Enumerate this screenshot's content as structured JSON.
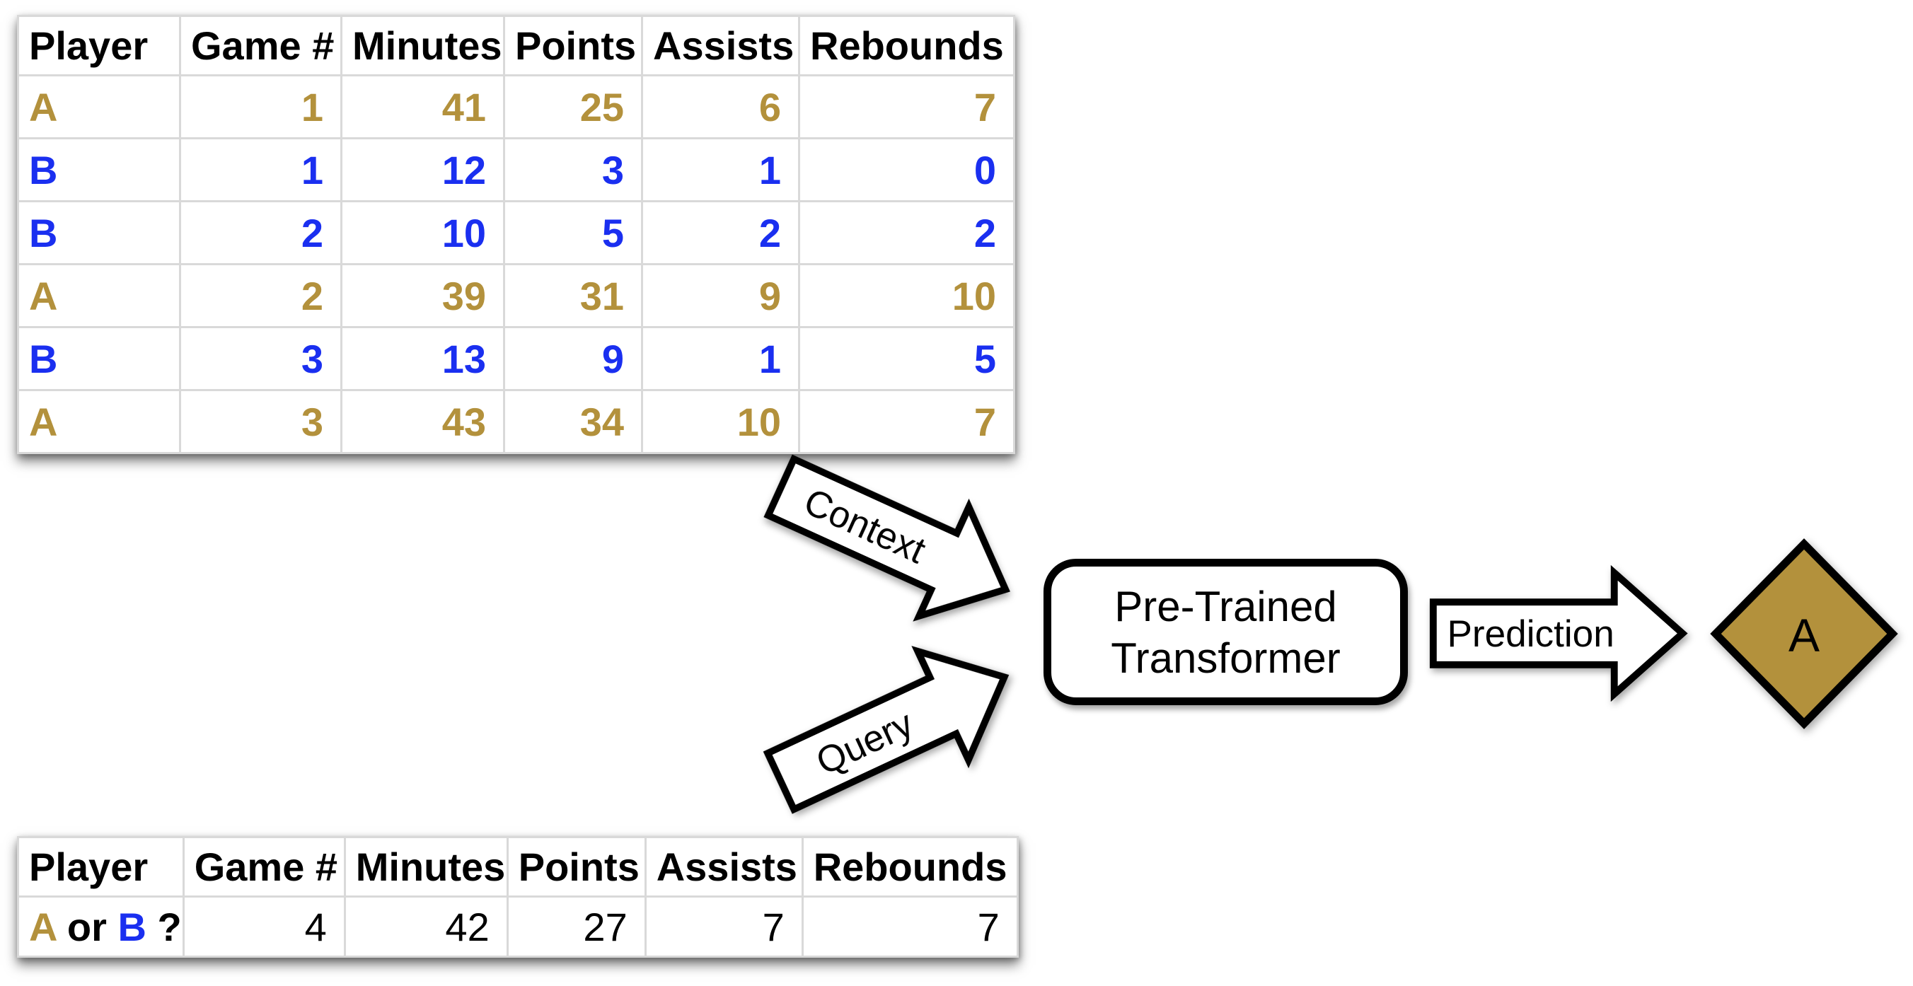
{
  "colors": {
    "gold": "#b3913c",
    "blue": "#1a2ff0",
    "text": "#000000",
    "grid": "#d9d9d9",
    "shape_fill": "#ffffff",
    "shape_stroke": "#000000"
  },
  "context_table": {
    "headers": [
      "Player",
      "Game #",
      "Minutes",
      "Points",
      "Assists",
      "Rebounds"
    ],
    "rows": [
      {
        "player": "A",
        "color": "gold",
        "values": [
          "1",
          "41",
          "25",
          "6",
          "7"
        ]
      },
      {
        "player": "B",
        "color": "blue",
        "values": [
          "1",
          "12",
          "3",
          "1",
          "0"
        ]
      },
      {
        "player": "B",
        "color": "blue",
        "values": [
          "2",
          "10",
          "5",
          "2",
          "2"
        ]
      },
      {
        "player": "A",
        "color": "gold",
        "values": [
          "2",
          "39",
          "31",
          "9",
          "10"
        ]
      },
      {
        "player": "B",
        "color": "blue",
        "values": [
          "3",
          "13",
          "9",
          "1",
          "5"
        ]
      },
      {
        "player": "A",
        "color": "gold",
        "values": [
          "3",
          "43",
          "34",
          "10",
          "7"
        ]
      }
    ]
  },
  "query_table": {
    "headers": [
      "Player",
      "Game #",
      "Minutes",
      "Points",
      "Assists",
      "Rebounds"
    ],
    "row": {
      "player_parts": [
        {
          "text": "A",
          "color": "gold"
        },
        {
          "text": " or ",
          "color": "text"
        },
        {
          "text": "B",
          "color": "blue"
        },
        {
          "text": " ?",
          "color": "text"
        }
      ],
      "values": [
        "4",
        "42",
        "27",
        "7",
        "7"
      ]
    }
  },
  "labels": {
    "context_arrow": "Context",
    "query_arrow": "Query",
    "prediction_arrow": "Prediction",
    "transformer_line1": "Pre-Trained",
    "transformer_line2": "Transformer",
    "prediction_result": "A"
  }
}
